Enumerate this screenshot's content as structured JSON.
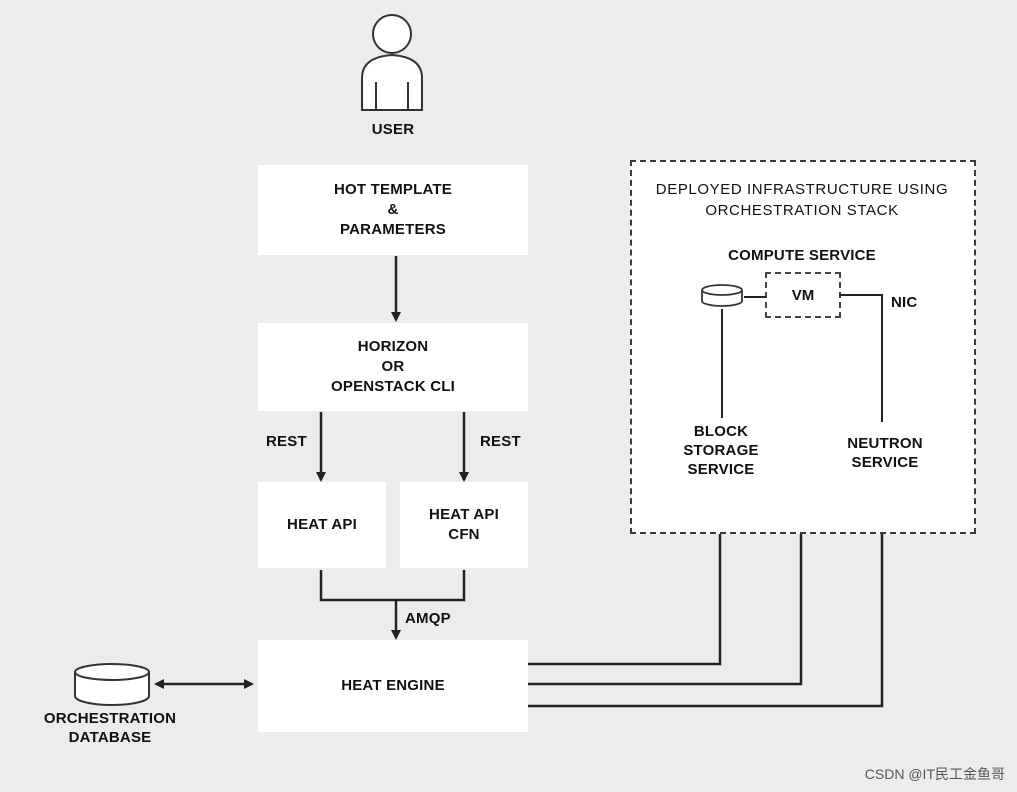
{
  "user": {
    "label": "USER"
  },
  "boxes": {
    "hot_template": [
      "HOT TEMPLATE",
      "&",
      "PARAMETERS"
    ],
    "horizon": [
      "HORIZON",
      "OR",
      "OPENSTACK CLI"
    ],
    "heat_api": [
      "HEAT API"
    ],
    "heat_api_cfn": [
      "HEAT API",
      "CFN"
    ],
    "heat_engine": [
      "HEAT ENGINE"
    ]
  },
  "edge_labels": {
    "rest_left": "REST",
    "rest_right": "REST",
    "amqp": "AMQP",
    "nic": "NIC"
  },
  "database": {
    "label_lines": [
      "ORCHESTRATION",
      "DATABASE"
    ]
  },
  "deployed": {
    "title_lines": [
      "DEPLOYED INFRASTRUCTURE USING",
      "ORCHESTRATION STACK"
    ],
    "compute_service": "COMPUTE SERVICE",
    "vm": "VM",
    "block_storage": [
      "BLOCK",
      "STORAGE",
      "SERVICE"
    ],
    "neutron": [
      "NEUTRON",
      "SERVICE"
    ]
  },
  "watermark": "CSDN @IT民工金鱼哥"
}
